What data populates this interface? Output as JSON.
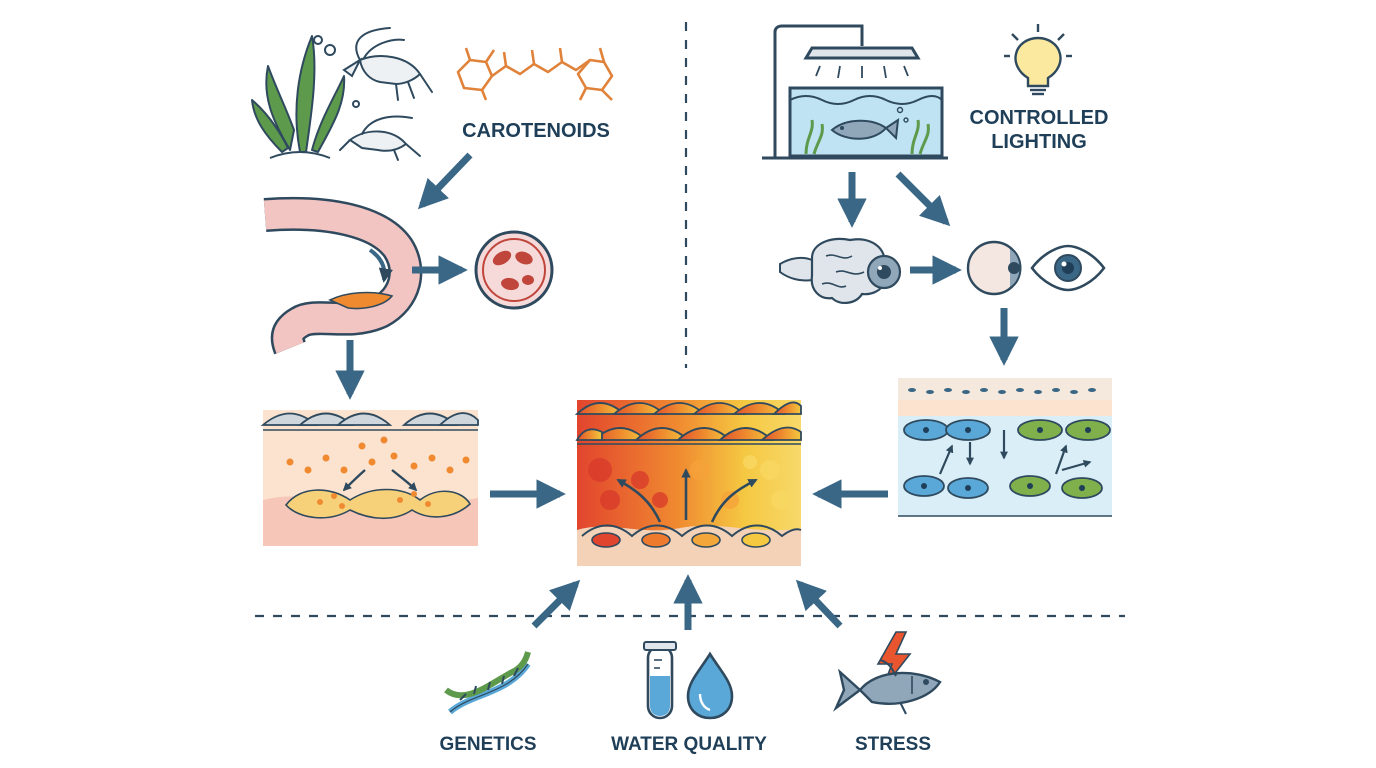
{
  "labels": {
    "carotenoids": "CAROTENOIDS",
    "controlled_lighting_line1": "CONTROLLED",
    "controlled_lighting_line2": "LIGHTING",
    "genetics": "GENETICS",
    "water_quality": "WATER QUALITY",
    "stress": "STRESS"
  },
  "colors": {
    "ink": "#2f4a5e",
    "arrow": "#3a6786",
    "label": "#1f3f58",
    "seaweed": "#5e9a4c",
    "molecule": "#e0823a",
    "gut": "#f2c4c2",
    "carotenoid_dots": "#f08a30",
    "blood_cell": "#c0463c",
    "water": "#bfe3f2",
    "pigment_blue": "#5aa8d8",
    "pigment_green": "#7fb04c",
    "skin_red": "#e2452e",
    "skin_orange": "#f08a30",
    "skin_yellow": "#f5c842",
    "lightning": "#e8552e"
  },
  "icons": [
    "seaweed-icon",
    "shrimp-icon",
    "carotenoid-molecule-icon",
    "gut-icon",
    "blood-cell-icon",
    "shower-light-icon",
    "aquarium-icon",
    "fish-icon",
    "light-bulb-icon",
    "brain-icon",
    "eye-icon",
    "dna-icon",
    "test-tube-icon",
    "water-drop-icon",
    "stressed-fish-icon",
    "lightning-icon"
  ]
}
